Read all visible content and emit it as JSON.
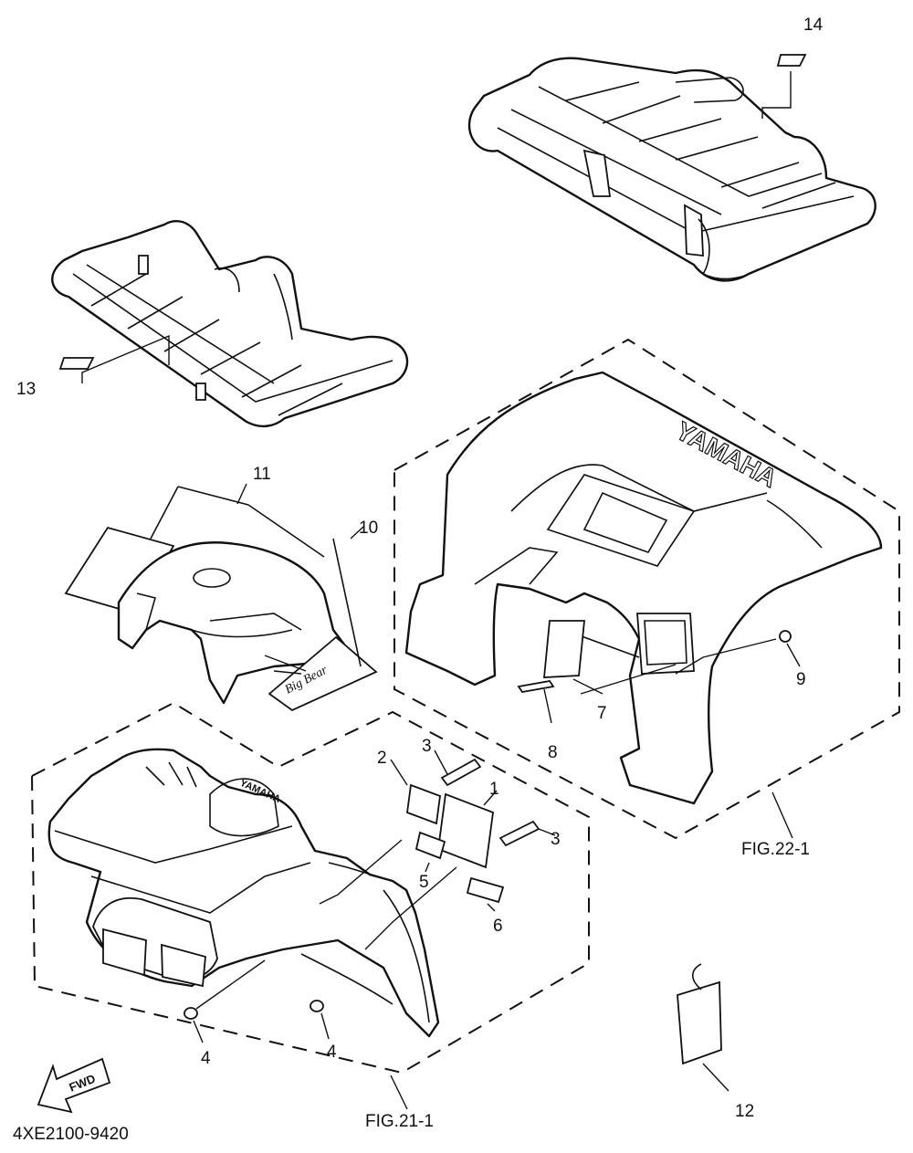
{
  "callouts": [
    {
      "id": "1",
      "text": "1"
    },
    {
      "id": "2",
      "text": "2"
    },
    {
      "id": "3a",
      "text": "3"
    },
    {
      "id": "3b",
      "text": "3"
    },
    {
      "id": "4a",
      "text": "4"
    },
    {
      "id": "4b",
      "text": "4"
    },
    {
      "id": "5",
      "text": "5"
    },
    {
      "id": "6",
      "text": "6"
    },
    {
      "id": "7",
      "text": "7"
    },
    {
      "id": "8",
      "text": "8"
    },
    {
      "id": "9",
      "text": "9"
    },
    {
      "id": "10",
      "text": "10"
    },
    {
      "id": "11",
      "text": "11"
    },
    {
      "id": "12",
      "text": "12"
    },
    {
      "id": "13",
      "text": "13"
    },
    {
      "id": "14",
      "text": "14"
    }
  ],
  "references": {
    "front": "FIG.21-1",
    "rear": "FIG.22-1"
  },
  "brand_text": "YAMAHA",
  "fwd_arrow": "FWD",
  "diagram_code": "4XE2100-9420"
}
